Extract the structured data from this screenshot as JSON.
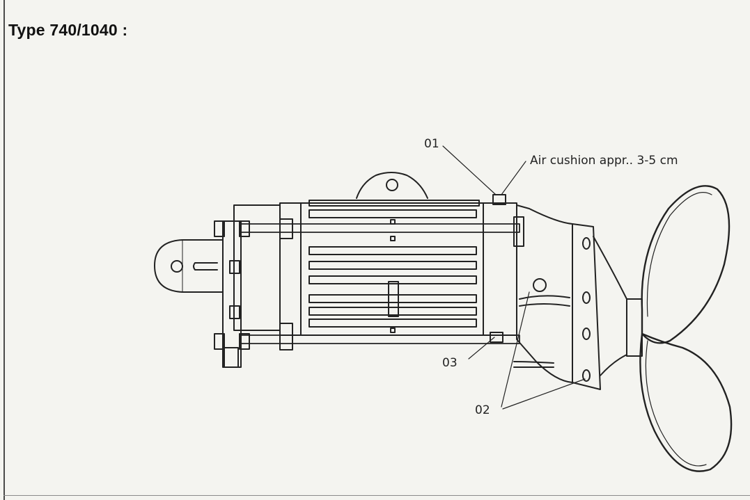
{
  "title": "Type 740/1040 :",
  "callouts": {
    "c01": "01",
    "air_cushion": "Air cushion appr.. 3-5 cm",
    "c03": "03",
    "c02": "02"
  }
}
